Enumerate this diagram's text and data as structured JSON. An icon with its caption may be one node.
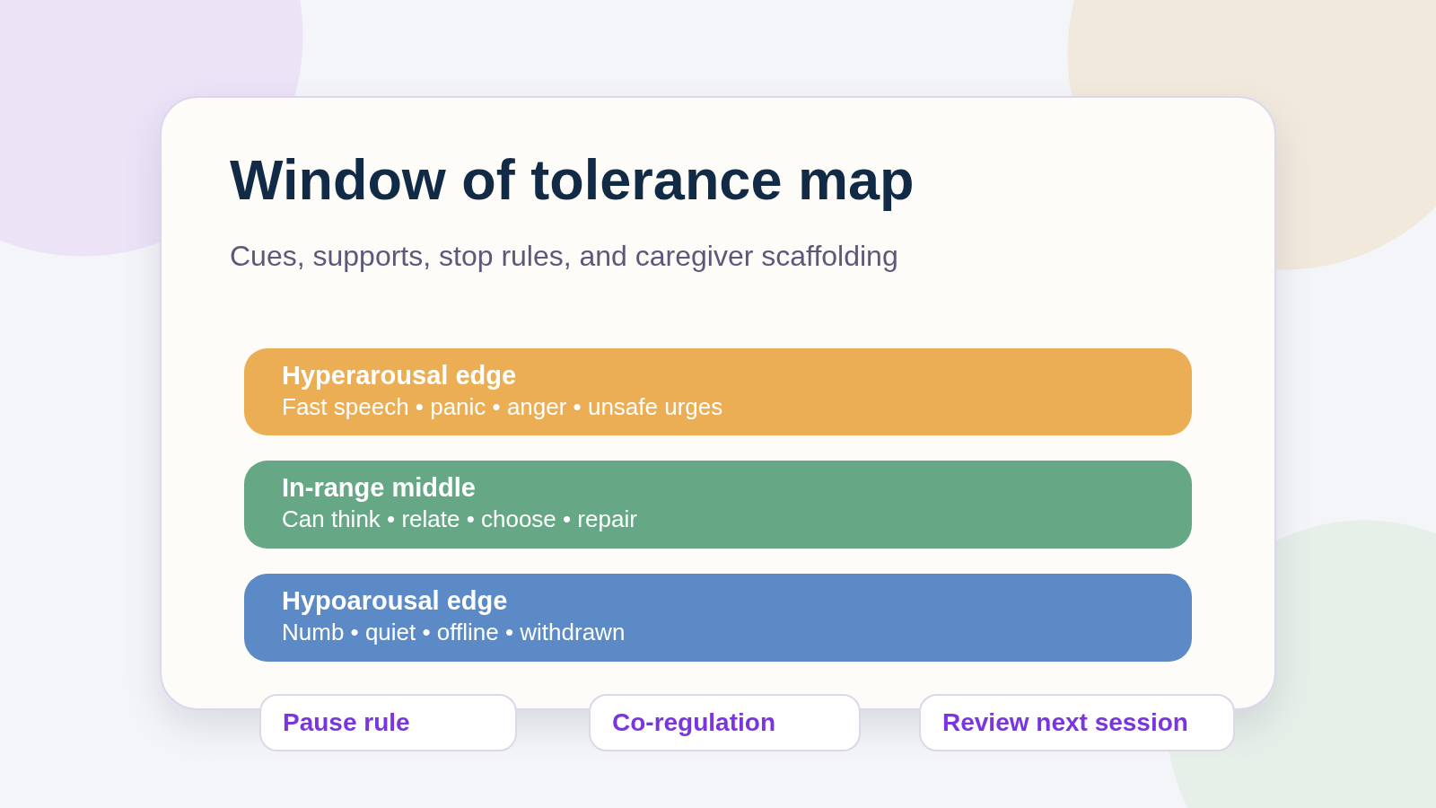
{
  "diagram": {
    "title": "Window of tolerance map",
    "labels": [
      "Cues, supports, stop rules, and caregiver scaffolding"
    ],
    "nodes": [
      {
        "text": [
          "Hyperarousal edge",
          "Fast speech • panic • anger • unsafe urges"
        ]
      },
      {
        "text": [
          "In-range middle",
          "Can think • relate • choose • repair"
        ]
      },
      {
        "text": [
          "Hypoarousal edge",
          "Numb • quiet • offline • withdrawn"
        ]
      },
      {
        "text": [
          "Pause rule"
        ]
      },
      {
        "text": [
          "Co-regulation"
        ]
      },
      {
        "text": [
          "Review next session"
        ]
      }
    ]
  }
}
